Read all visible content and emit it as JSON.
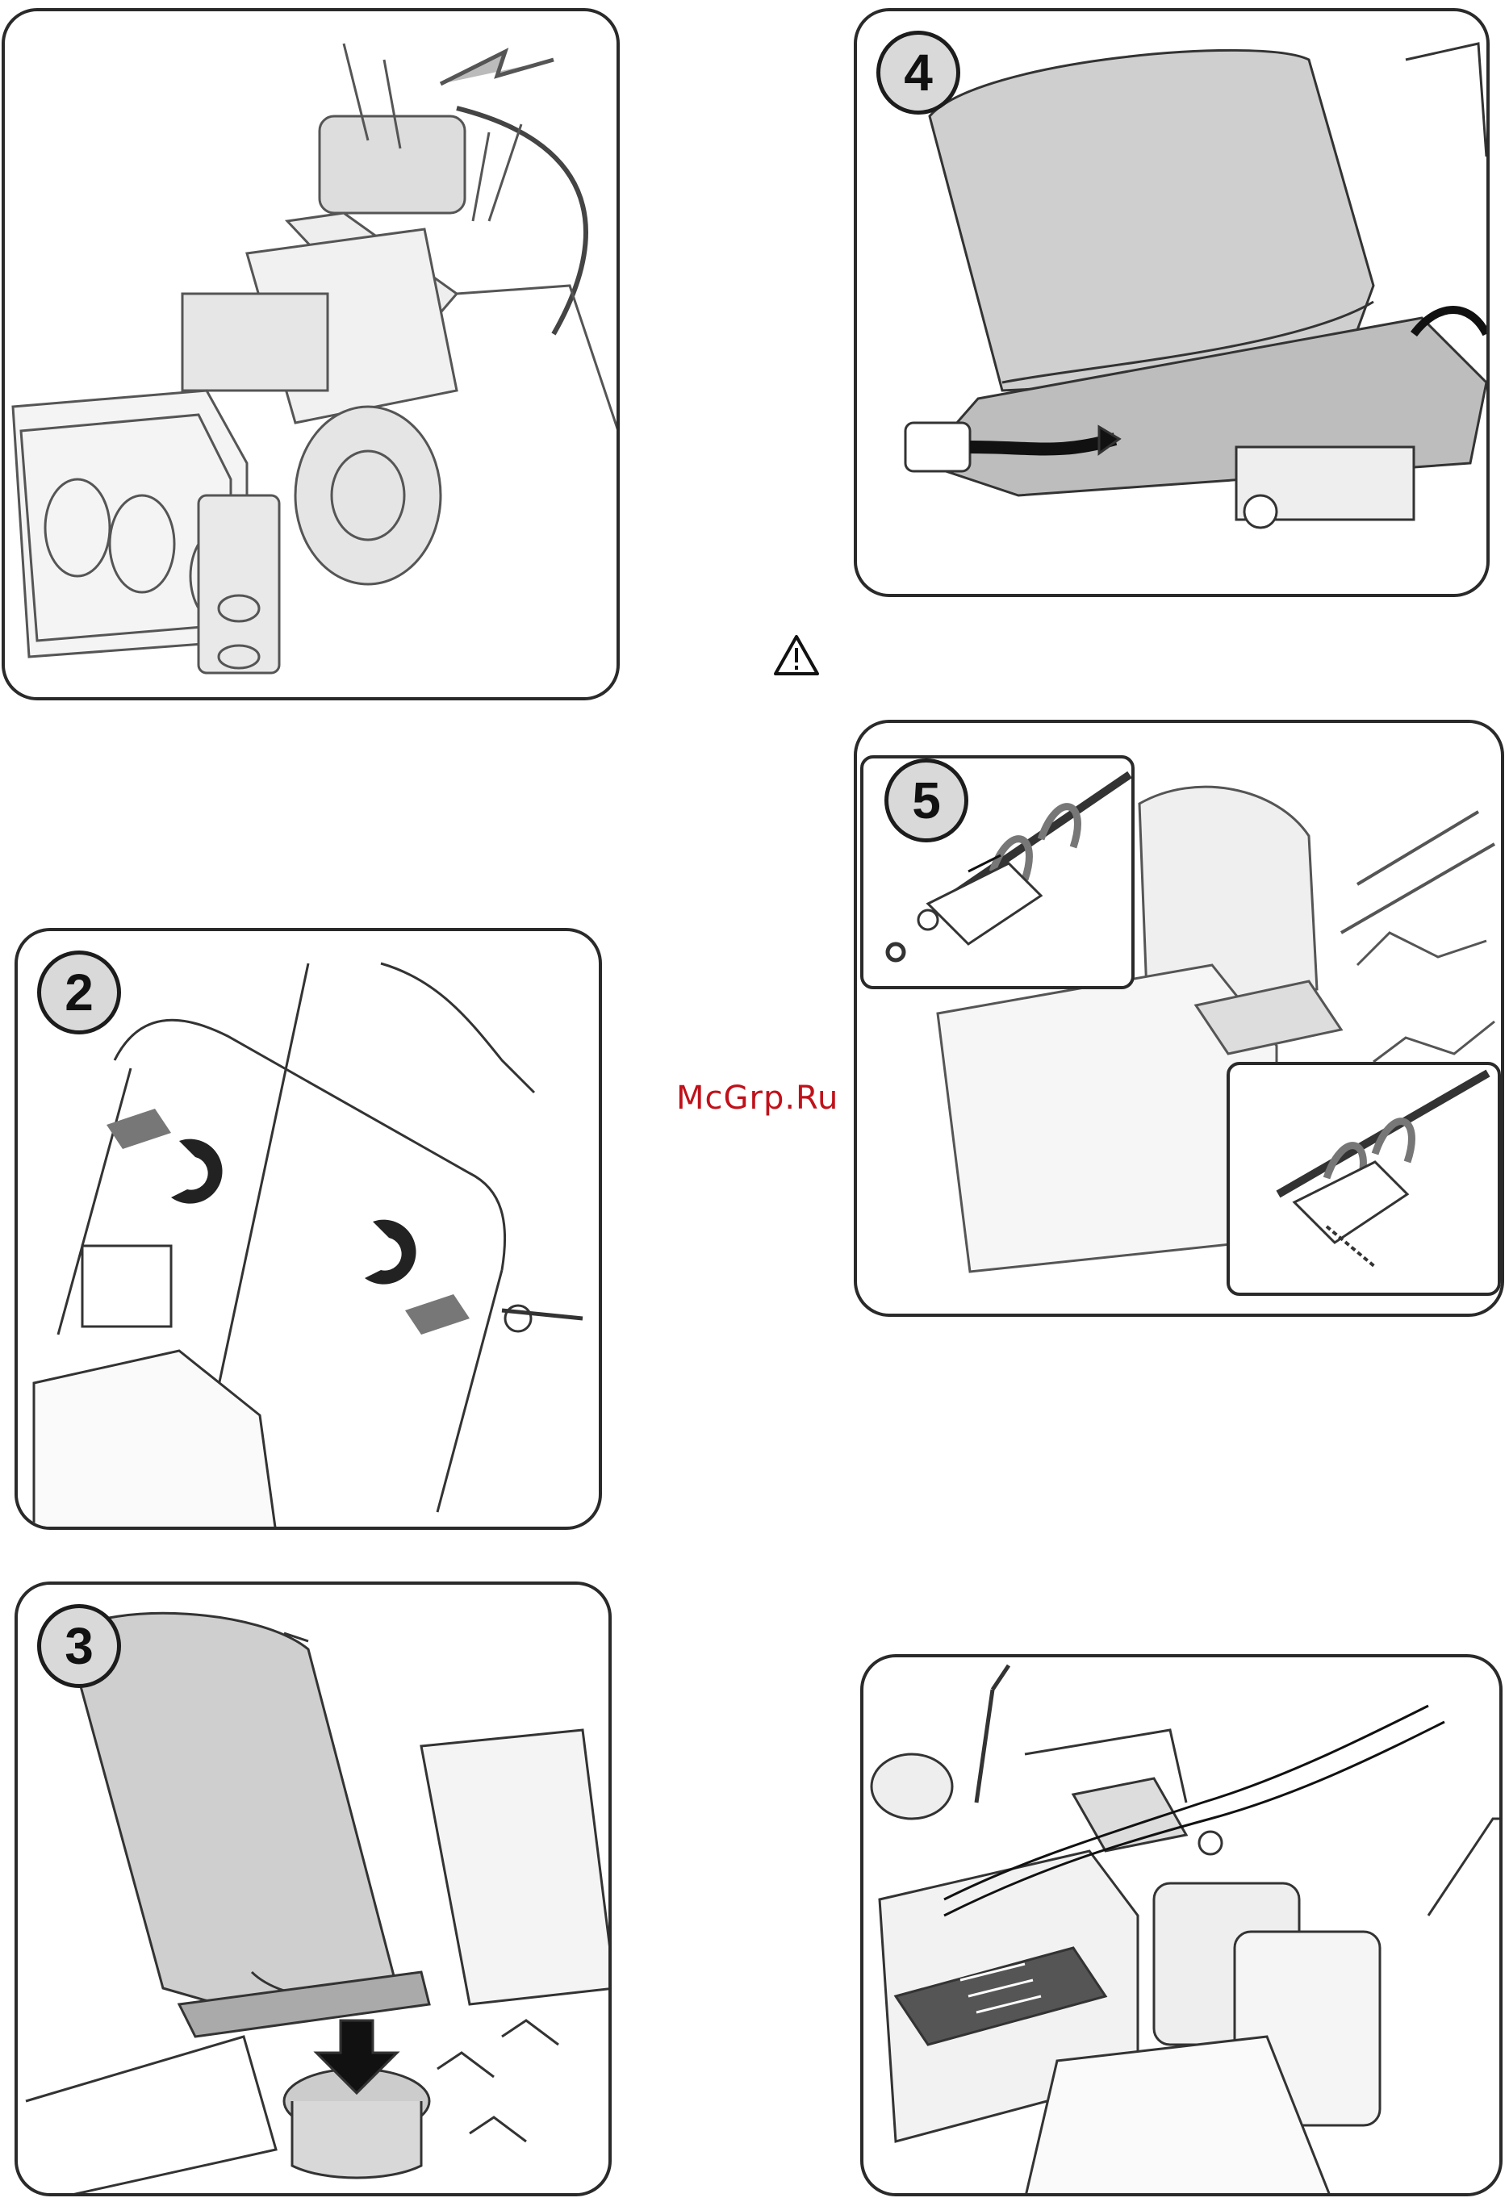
{
  "watermark": "McGrp.Ru",
  "warning_icon": "warning-triangle-icon",
  "panels": {
    "p1": {
      "step": ""
    },
    "p2": {
      "step": "2"
    },
    "p3": {
      "step": "3"
    },
    "p4": {
      "step": "4"
    },
    "p5": {
      "step": "5"
    },
    "p6": {
      "step": ""
    }
  },
  "colors": {
    "outline": "#2a2a2a",
    "badge_fill": "#d9d9d9",
    "watermark": "#c0111a",
    "chute_fill": "#cfcfcf"
  }
}
